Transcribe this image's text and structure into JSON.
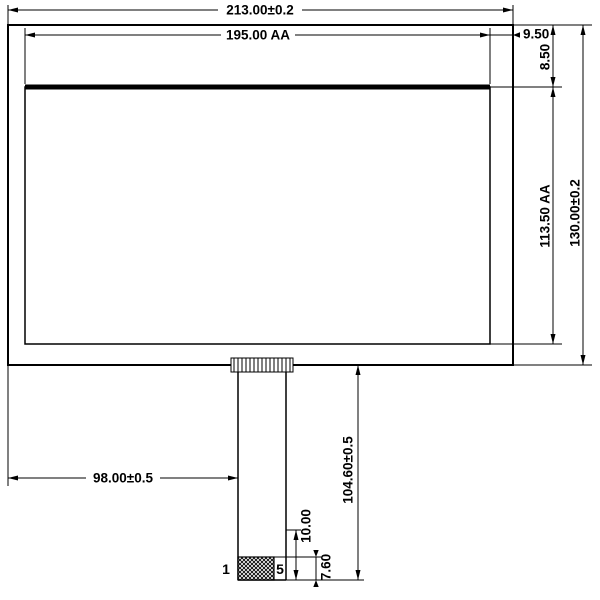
{
  "drawing": {
    "colors": {
      "line": "#000000",
      "background": "#ffffff"
    },
    "dims": {
      "overall_width": "213.00±0.2",
      "aa_width": "195.00 AA",
      "edge_to_aa_right": "9.50",
      "edge_to_aa_top": "8.50",
      "aa_height": "113.50 AA",
      "overall_height": "130.00±0.2",
      "left_to_tail": "98.00±0.5",
      "tail_length": "104.60±0.5",
      "connector_len": "10.00",
      "contact_len": "7.60"
    },
    "pins": {
      "first": "1",
      "last": "5"
    }
  }
}
